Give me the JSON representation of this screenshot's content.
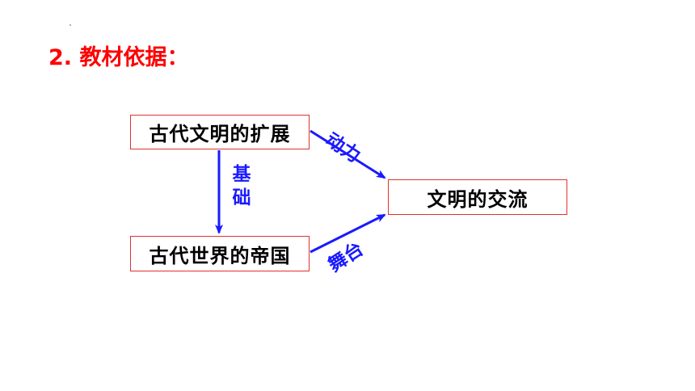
{
  "heading": "2. 教材依据：",
  "nodes": {
    "expansion": "古代文明的扩展",
    "empires": "古代世界的帝国",
    "exchange": "文明的交流"
  },
  "edges": {
    "power": "动力",
    "foundation": "基础",
    "stage": "舞台"
  },
  "colors": {
    "heading": "#ff0000",
    "node_border": "#e0322e",
    "arrow": "#1a1aff"
  }
}
